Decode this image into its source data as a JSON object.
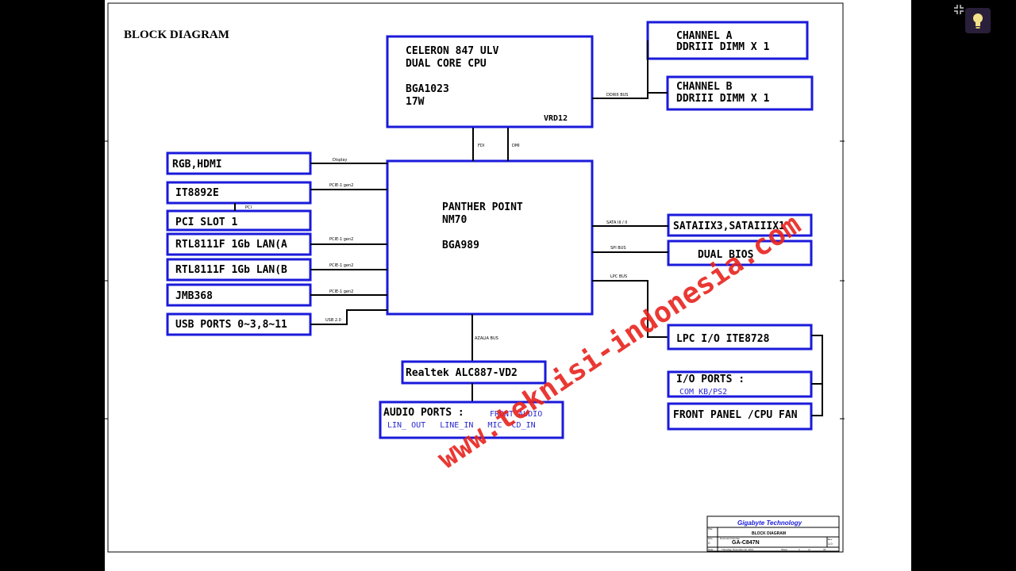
{
  "title": "BLOCK DIAGRAM",
  "blocks": {
    "cpu": {
      "lines": [
        "CELERON 847 ULV",
        "DUAL CORE CPU",
        "",
        "BGA1023",
        "17W"
      ],
      "corner": "VRD12"
    },
    "chipset": {
      "lines": [
        "PANTHER POINT",
        "NM70",
        "",
        "BGA989"
      ]
    },
    "channel_a": [
      "CHANNEL A",
      "DDRIII  DIMM X 1"
    ],
    "channel_b": [
      "CHANNEL B",
      "DDRIII DIMM X 1"
    ],
    "left": [
      "RGB,HDMI",
      "IT8892E",
      "PCI SLOT 1",
      "RTL8111F 1Gb LAN(A",
      "RTL8111F 1Gb LAN(B",
      "JMB368",
      "USB PORTS 0~3,8~11"
    ],
    "sata": "SATAIIX3,SATAIIIX1",
    "bios": "DUAL BIOS",
    "lpc_io": "LPC I/O ITE8728",
    "io_ports": {
      "title": "I/O PORTS :",
      "sub": "COM  KB/PS2"
    },
    "front_panel": "FRONT PANEL /CPU FAN",
    "codec": "Realtek ALC887-VD2",
    "audio": {
      "title": "AUDIO PORTS :",
      "sub1": "FRONT AUDIO",
      "sub2": "LIN_ OUT   LINE_IN   MIC  CD_IN"
    }
  },
  "buses": {
    "ddr": "DDRIII BUS",
    "fdi": "FDI",
    "dmi": "DMI",
    "display": "Display",
    "pcie": "PCIE-1 gen2",
    "pci": "PCI",
    "usb": "USB 2.0",
    "sata": "SATA III / II",
    "spi": "SPI BUS",
    "lpc": "LPC BUS",
    "azalia": "AZALIA BUS"
  },
  "watermark": "www.teknisi-indonesia.com",
  "title_block": {
    "company": "Gigabyte Technology",
    "title_label": "Title",
    "title": "BLOCK DIAGRAM",
    "size_label": "Size",
    "size": "C",
    "doc_label": "Document Number",
    "doc": "GA-C847N",
    "rev_label": "Rev",
    "rev": "1.0",
    "date_label": "Date:",
    "date": "Thursday, November 22, 2012",
    "sheet_label": "Sheet",
    "sheet": "2",
    "of_label": "of",
    "of": "33"
  },
  "colors": {
    "box": "#1a1adb",
    "text": "#000000",
    "blue_text": "#2a2ad0",
    "watermark": "#e8231e",
    "bus": "#000000"
  }
}
